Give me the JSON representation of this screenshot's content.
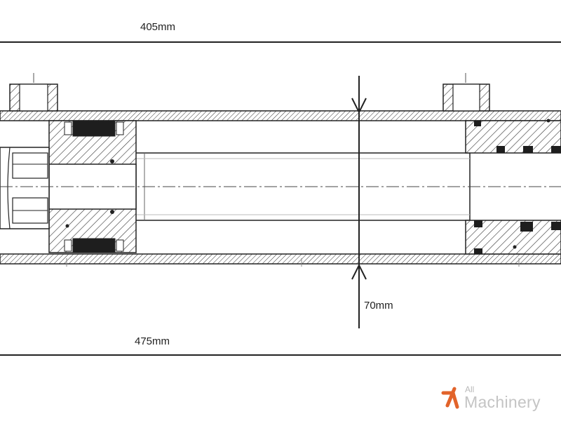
{
  "dimensions": {
    "top_length": "405mm",
    "bottom_length": "475mm",
    "bore_diameter": "70mm"
  },
  "watermark": {
    "line1": "All",
    "line2": "Machinery",
    "accent_color": "#e2632a",
    "icon": "allmachinery-logo-icon"
  }
}
